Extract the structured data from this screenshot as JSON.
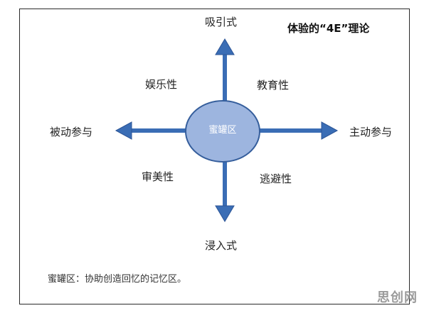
{
  "title": "体验的“4E”理论",
  "center": "蜜罐区",
  "axes": {
    "top": "吸引式",
    "bottom": "浸入式",
    "left": "被动参与",
    "right": "主动参与"
  },
  "quadrants": {
    "top_left": "娱乐性",
    "top_right": "教育性",
    "bottom_left": "审美性",
    "bottom_right": "逃避性"
  },
  "note": "蜜罐区：协助创造回忆的记忆区。",
  "watermark": "思创网",
  "colors": {
    "arrow": "#3a6db5",
    "arrow_stroke": "#2c5597",
    "ellipse_fill": "#9db5df",
    "ellipse_stroke": "#355e9c"
  }
}
